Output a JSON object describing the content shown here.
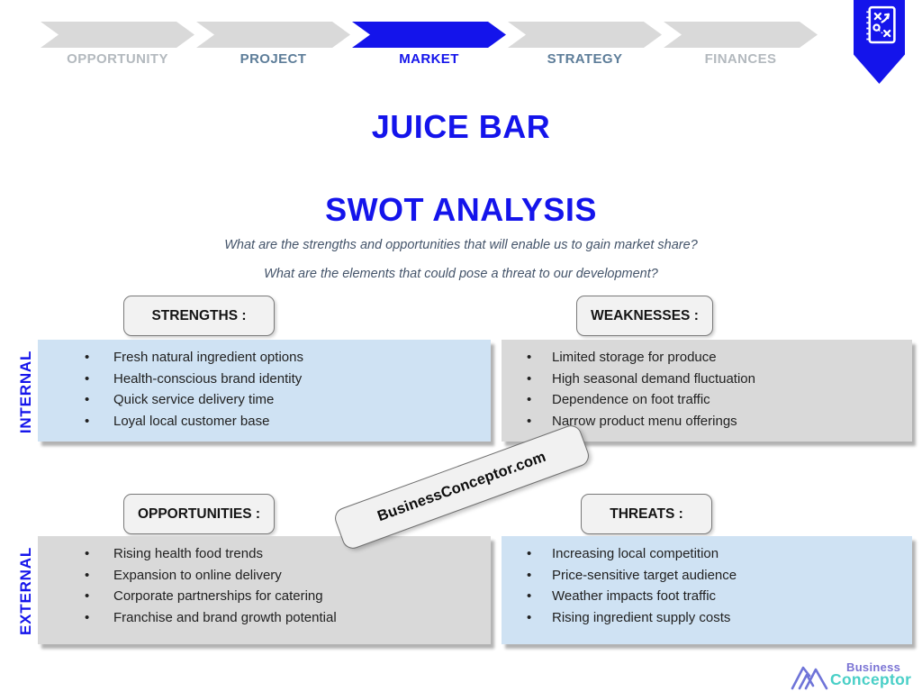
{
  "process": {
    "active_step": "MARKET",
    "steps": [
      {
        "label": "OPPORTUNITY",
        "state": "inactive"
      },
      {
        "label": "PROJECT",
        "state": "inactive"
      },
      {
        "label": "MARKET",
        "state": "active"
      },
      {
        "label": "STRATEGY",
        "state": "inactive"
      },
      {
        "label": "FINANCES",
        "state": "inactive"
      }
    ]
  },
  "ribbon": {
    "icon": "strategy-playbook-icon",
    "color": "#1414eb"
  },
  "header": {
    "title": "JUICE BAR",
    "subtitle": "SWOT ANALYSIS",
    "question1": "What are the strengths and opportunities that will enable us to gain market share?",
    "question2": "What are the elements that could pose a threat to our development?"
  },
  "swot": {
    "internal_label": "INTERNAL",
    "external_label": "EXTERNAL",
    "strengths": {
      "badge": "STRENGTHS :",
      "items": [
        "Fresh natural ingredient options",
        "Health-conscious brand identity",
        "Quick service delivery time",
        "Loyal local customer base"
      ]
    },
    "weaknesses": {
      "badge": "WEAKNESSES :",
      "items": [
        "Limited storage for produce",
        "High seasonal demand fluctuation",
        "Dependence on foot traffic",
        "Narrow product menu offerings"
      ]
    },
    "opportunities": {
      "badge": "OPPORTUNITIES :",
      "items": [
        "Rising health food trends",
        "Expansion to online delivery",
        "Corporate partnerships for catering",
        "Franchise and brand growth potential"
      ]
    },
    "threats": {
      "badge": "THREATS :",
      "items": [
        "Increasing local competition",
        "Price-sensitive target audience",
        "Weather impacts foot traffic",
        "Rising ingredient supply costs"
      ]
    }
  },
  "watermark": {
    "text": "BusinessConceptor.com"
  },
  "logo": {
    "icon": "mountains-icon",
    "line1": "Business",
    "line2": "Conceptor"
  },
  "colors": {
    "accent_blue": "#1414eb",
    "light_blue_box": "#cfe2f3",
    "gray_box": "#d9d9d9",
    "badge_bg": "#f2f2f2",
    "question_text": "#44546a",
    "step_inactive_dark": "#5d7d99",
    "step_inactive_light": "#b3b9be",
    "logo_purple": "#7b74d4",
    "logo_teal": "#49cfc7"
  }
}
